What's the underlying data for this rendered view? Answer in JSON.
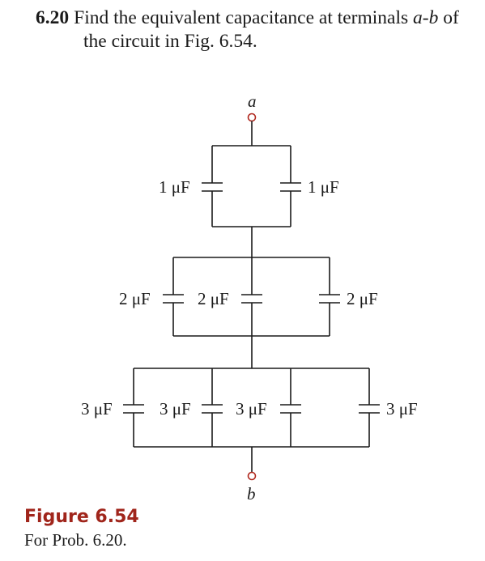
{
  "problem": {
    "number": "6.20",
    "text_pre": "Find the equivalent capacitance at terminals ",
    "terminals": "a-b",
    "text_post": " of",
    "line2": "the circuit in Fig. 6.54."
  },
  "terminals": {
    "top": "a",
    "bottom": "b"
  },
  "capacitors": {
    "row1": [
      "1 μF",
      "1 μF"
    ],
    "row2": [
      "2 μF",
      "2 μF",
      "2 μF"
    ],
    "row3": [
      "3 μF",
      "3 μF",
      "3 μF",
      "3 μF"
    ]
  },
  "figure": {
    "title": "Figure 6.54",
    "caption": "For Prob. 6.20."
  },
  "colors": {
    "accent": "#a0251b",
    "ink": "#1a1a1a"
  }
}
